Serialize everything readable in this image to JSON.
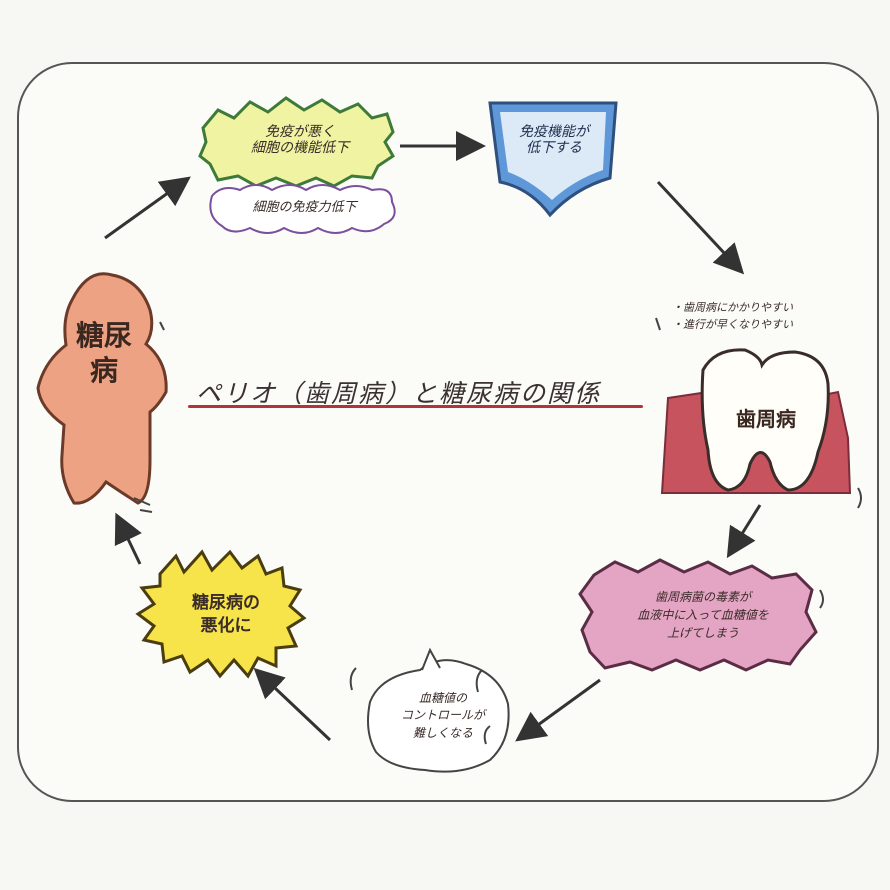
{
  "title": "ペリオ（歯周病）と糖尿病の関係",
  "nodes": {
    "diabetes": {
      "label": "糖尿病"
    },
    "immune_bubble": {
      "line1": "免疫が悪く",
      "line2": "細胞の機能低下"
    },
    "vessel_bubble": {
      "label": "細胞の免疫力低下"
    },
    "immune_drop": {
      "line1": "免疫機能が",
      "line2": "低下する"
    },
    "perio_notes": {
      "line1": "・歯周病にかかりやすい",
      "line2": "・進行が早くなりやすい"
    },
    "tooth": {
      "label": "歯周病"
    },
    "inflammation": {
      "line1": "歯周病菌の毒素が",
      "line2": "血液中に入って血糖値を",
      "line3": "上げてしまう"
    },
    "glucose": {
      "line1": "血糖値の",
      "line2": "コントロールが",
      "line3": "難しくなる"
    },
    "worsen": {
      "line1": "糖尿病の",
      "line2": "悪化に"
    }
  },
  "colors": {
    "diabetes_fill": "#eda383",
    "title_underline": "#b0343d",
    "immune_bubble_fill": "#f0f3a2",
    "immune_bubble_border": "#3e7a38",
    "vessel_bubble_border": "#7a4f9e",
    "arrow_fill": "#5f98d8",
    "gum_fill": "#c7535f",
    "inflammation_fill": "#e4a4c4",
    "worsen_fill": "#f7e34a"
  }
}
